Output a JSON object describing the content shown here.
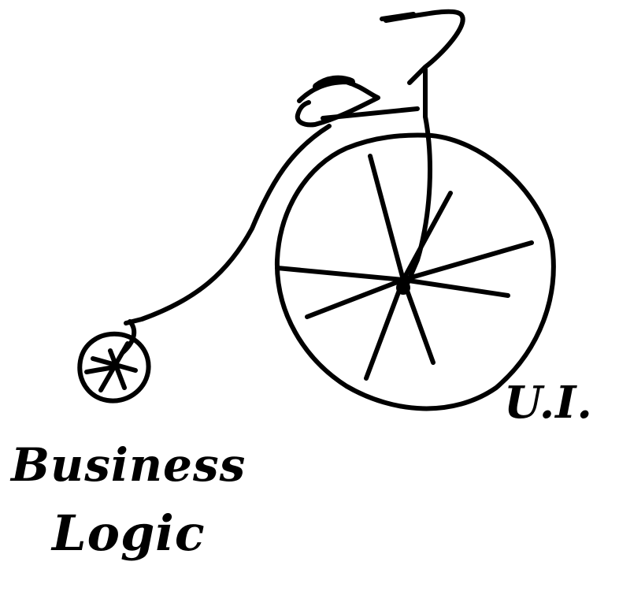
{
  "labels": {
    "ui": "U.I.",
    "business": "Business",
    "logic": "Logic"
  },
  "ink_color": "#000000",
  "background_color": "#ffffff"
}
